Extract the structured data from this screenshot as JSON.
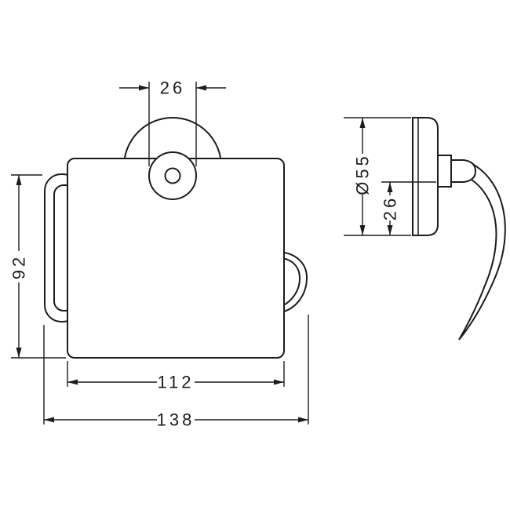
{
  "page": {
    "background": "#ffffff",
    "line_color": "#1c1c1c"
  },
  "drawing": {
    "views": [
      "front",
      "side"
    ]
  },
  "dimensions": {
    "front_top_width": "26",
    "front_height": "92",
    "front_cover_width": "112",
    "front_overall_width": "138",
    "side_plate_diameter": "Ø55",
    "side_arm_offset": "26"
  }
}
